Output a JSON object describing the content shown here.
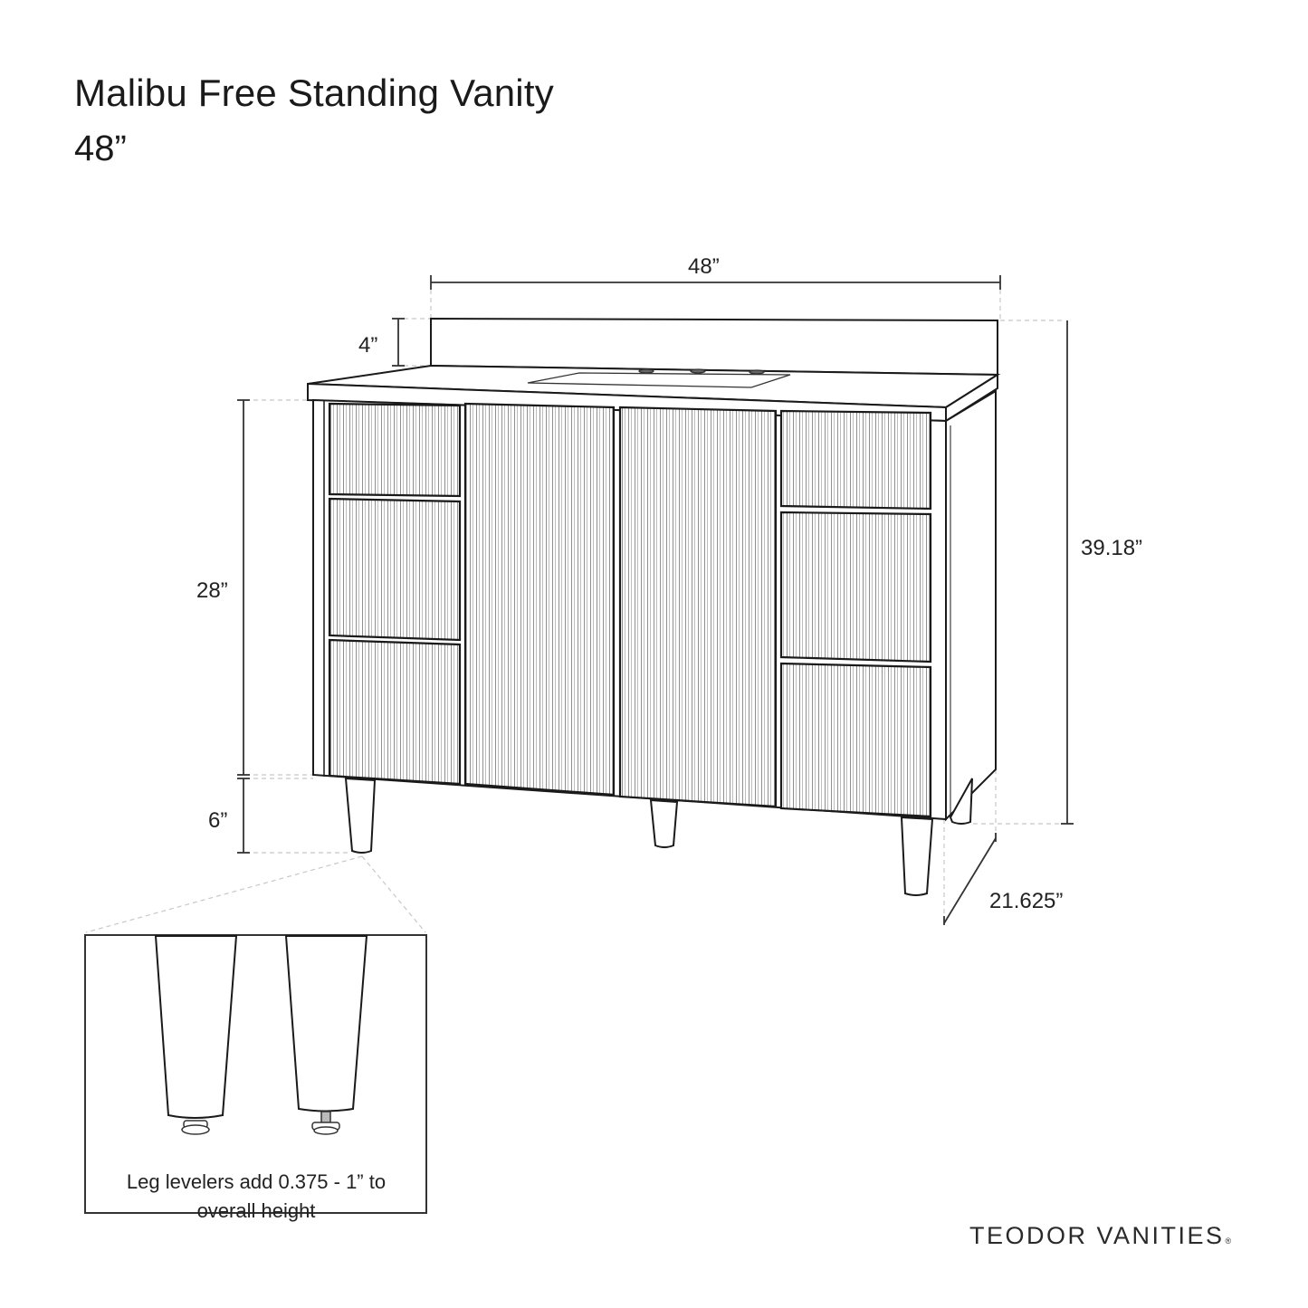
{
  "header": {
    "title": "Malibu Free Standing Vanity",
    "size": "48”"
  },
  "dimensions": {
    "width": "48”",
    "backsplash_height": "4”",
    "cabinet_height": "28”",
    "leg_height": "6”",
    "overall_height": "39.18”",
    "depth": "21.625”"
  },
  "detail": {
    "caption_line1": "Leg levelers add 0.375 - 1” to",
    "caption_line2": "overall height"
  },
  "brand": {
    "name": "TEODOR VANITIES",
    "mark": "®"
  },
  "colors": {
    "line": "#1a1a1a",
    "flute": "#9a9a9a",
    "guide": "#c8c8c8",
    "background": "#ffffff"
  }
}
